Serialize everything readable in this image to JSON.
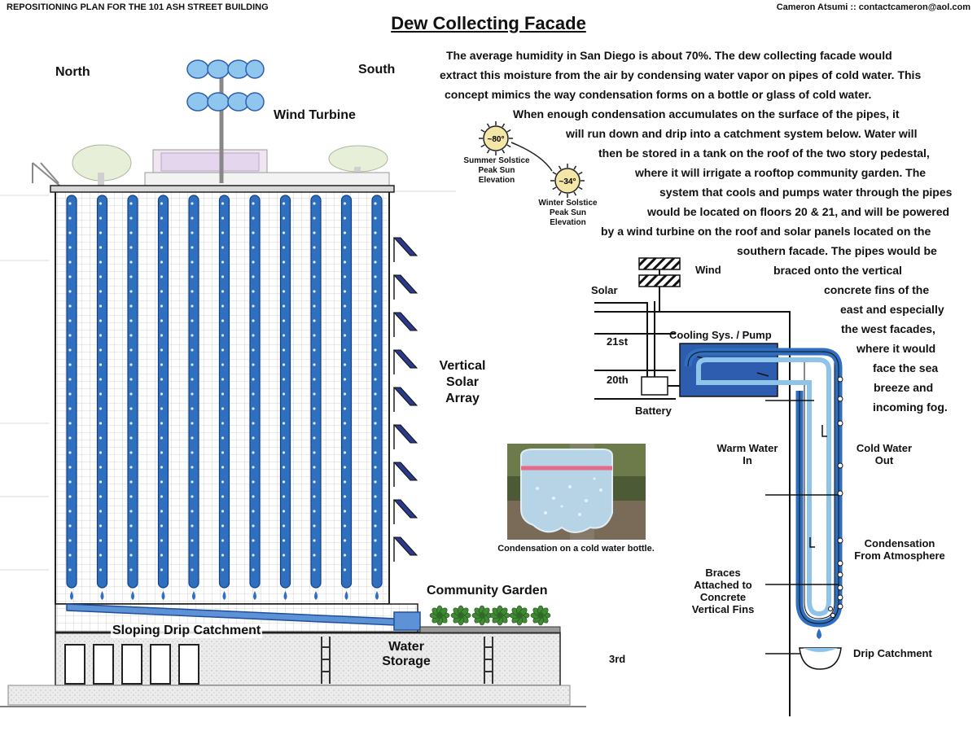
{
  "header": {
    "left": "REPOSITIONING PLAN FOR THE 101 ASH STREET BUILDING",
    "right": "Cameron Atsumi :: contactcameron@aol.com"
  },
  "title": "Dew Collecting Facade",
  "labels": {
    "north": "North",
    "south": "South",
    "wind_turbine": "Wind Turbine",
    "vertical_solar_array": [
      "Vertical",
      "Solar",
      "Array"
    ],
    "community_garden": "Community Garden",
    "sloping_drip_catchment": "Sloping Drip Catchment",
    "water_storage": [
      "Water",
      "Storage"
    ],
    "floor_3rd": "3rd",
    "photo_caption": "Condensation on a cold water bottle.",
    "summer_sun": "~80°",
    "summer_caption": [
      "Summer Solstice",
      "Peak Sun",
      "Elevation"
    ],
    "winter_sun": "~34°",
    "winter_caption": [
      "Winter Solstice",
      "Peak Sun",
      "Elevation"
    ]
  },
  "paragraph_lines": [
    "The average humidity in San Diego is about 70%. The dew collecting facade would",
    "extract this moisture from the air by condensing water vapor on pipes of cold water. This",
    "concept mimics the way condensation forms on a bottle or glass of cold water.",
    "When enough condensation accumulates on the surface of the pipes, it",
    "will run down and drip into a catchment system below. Water will",
    "then be stored in a tank on the roof of the two story pedestal,",
    "where it will irrigate a rooftop community garden. The",
    "system that cools and pumps water through the pipes",
    "would be located on floors 20 & 21, and will be powered",
    "by a wind turbine on the roof and solar panels located on the",
    "southern facade. The pipes would be",
    "braced onto the vertical",
    "concrete fins of the",
    "east and especially",
    "the west facades,",
    "where it would",
    "face the sea",
    "breeze and",
    "incoming fog."
  ],
  "diagram": {
    "wind": "Wind",
    "solar": "Solar",
    "floor_21": "21st",
    "floor_20": "20th",
    "cooling": "Cooling Sys. / Pump",
    "battery": "Battery",
    "warm_water": [
      "Warm Water",
      "In"
    ],
    "cold_water": [
      "Cold Water",
      "Out"
    ],
    "condensation": [
      "Condensation",
      "From Atmosphere"
    ],
    "braces": [
      "Braces",
      "Attached to",
      "Concrete",
      "Vertical Fins"
    ],
    "drip_catchment": "Drip Catchment"
  },
  "colors": {
    "pipe": "#2f6fc0",
    "pipe_light": "#8fc4ea",
    "pump": "#2e5db0",
    "sun": "#f4e6a6",
    "solar_panel": "#2a3a8a",
    "plant": "#3f8a33"
  }
}
